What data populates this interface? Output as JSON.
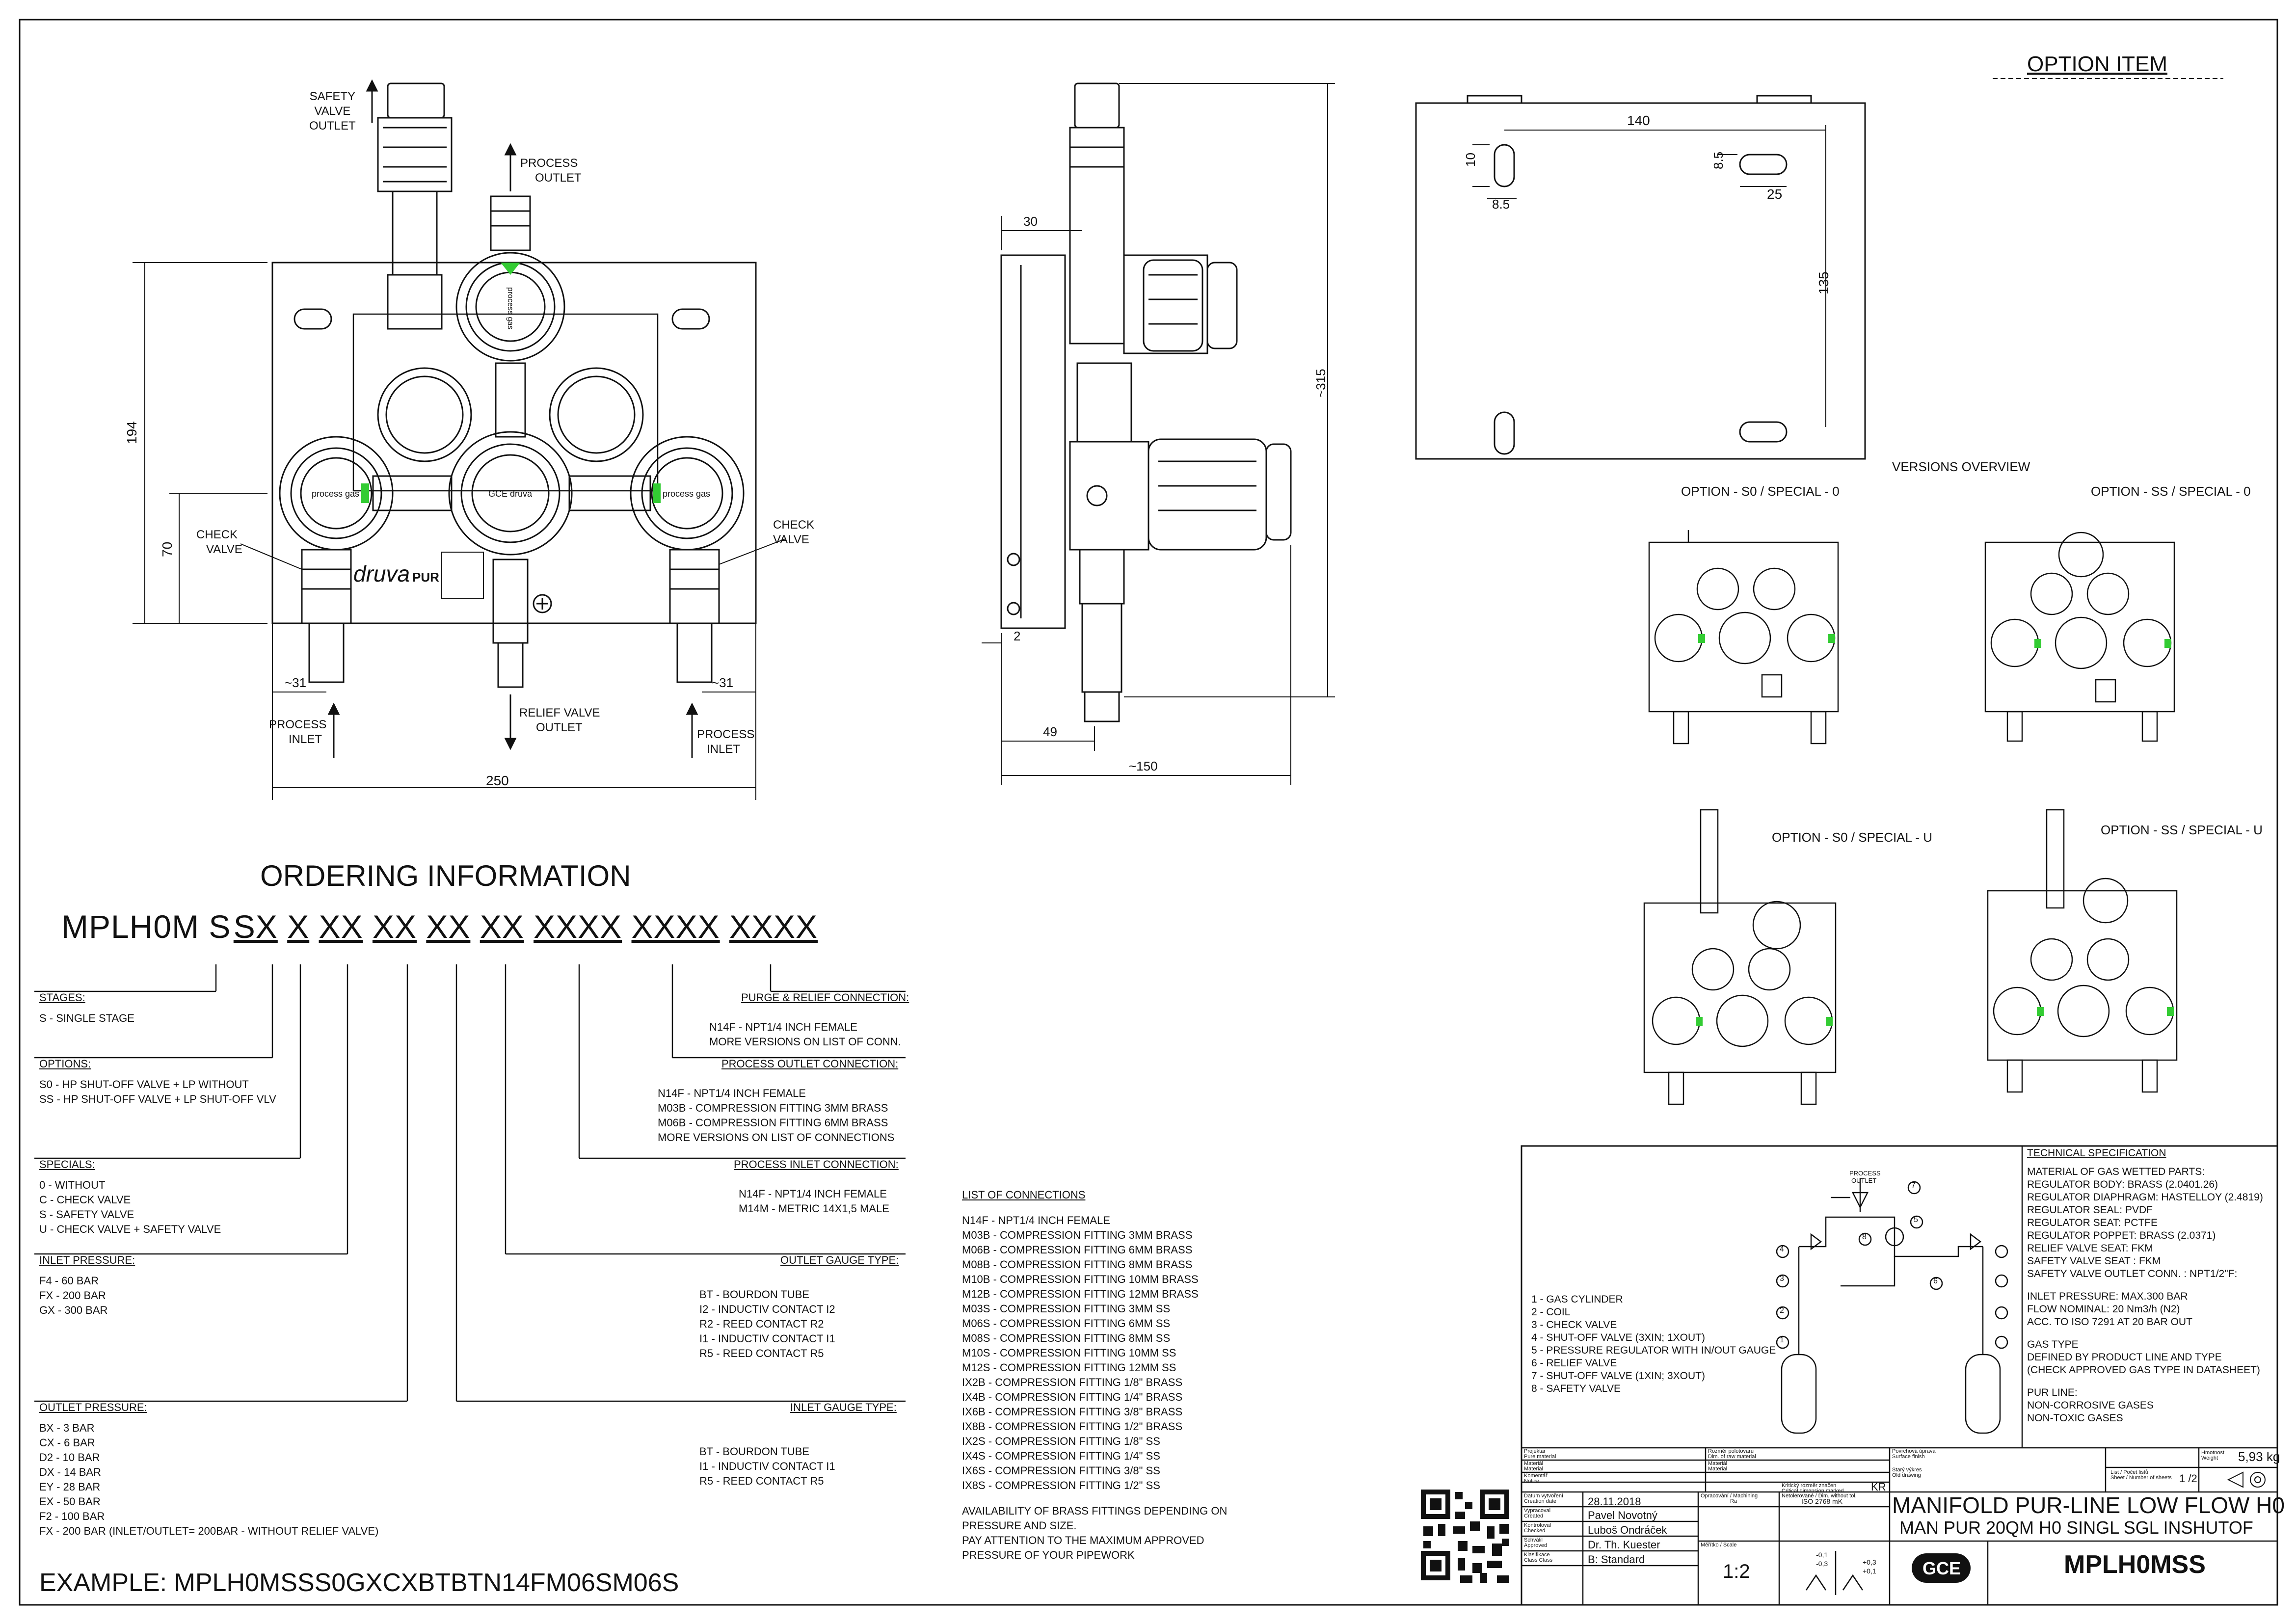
{
  "front_view": {
    "labels": {
      "safety_valve_outlet": [
        "SAFETY",
        "VALVE",
        "OUTLET"
      ],
      "process_outlet": [
        "PROCESS",
        "OUTLET"
      ],
      "check_valve_left": [
        "CHECK",
        "VALVE"
      ],
      "check_valve_right": [
        "CHECK",
        "VALVE"
      ],
      "process_inlet_left": [
        "PROCESS",
        "INLET"
      ],
      "process_inlet_right": [
        "PROCESS",
        "INLET"
      ],
      "relief_valve_outlet": [
        "RELIEF VALVE",
        "OUTLET"
      ],
      "brand": "druva",
      "brand_suffix": "PUR",
      "gauge_label_left": "process gas",
      "gauge_label_center": "GCE druva",
      "gauge_label_right": "process gas"
    },
    "dims": {
      "width": "250",
      "height": "194",
      "h70": "70",
      "left31": "~31",
      "right31": "~31"
    }
  },
  "side_view": {
    "dims": {
      "top": "30",
      "height": "~315",
      "d49": "49",
      "d150": "~150",
      "d2": "2"
    }
  },
  "option_item": {
    "title": "OPTION ITEM",
    "dims": {
      "d140": "140",
      "d10": "10",
      "d85a": "8.5",
      "d85b": "8.5",
      "d25": "25",
      "d135": "135"
    }
  },
  "versions": {
    "title": "VERSIONS OVERVIEW",
    "items": [
      "OPTION - S0 / SPECIAL - 0",
      "OPTION - SS / SPECIAL - 0",
      "OPTION - S0 / SPECIAL - U",
      "OPTION - SS / SPECIAL - U"
    ]
  },
  "ordering": {
    "title": "ORDERING INFORMATION",
    "code_parts": [
      "MPLH0M",
      "S",
      "SX",
      "X",
      "XX",
      "XX",
      "XX",
      "XX",
      "XXXX",
      "XXXX",
      "XXXX"
    ],
    "stages": {
      "header": "STAGES:",
      "lines": [
        "S - SINGLE STAGE"
      ]
    },
    "options": {
      "header": "OPTIONS:",
      "lines": [
        "S0 - HP SHUT-OFF VALVE + LP WITHOUT",
        "SS - HP SHUT-OFF VALVE + LP SHUT-OFF VLV"
      ]
    },
    "specials": {
      "header": "SPECIALS:",
      "lines": [
        "0 - WITHOUT",
        "C - CHECK VALVE",
        "S - SAFETY VALVE",
        "U - CHECK VALVE + SAFETY VALVE"
      ]
    },
    "inlet_pressure": {
      "header": "INLET PRESSURE:",
      "lines": [
        "F4 - 60 BAR",
        "FX - 200 BAR",
        "GX - 300 BAR"
      ]
    },
    "outlet_pressure": {
      "header": "OUTLET PRESSURE:",
      "lines": [
        "BX - 3 BAR",
        "CX - 6 BAR",
        "D2 - 10 BAR",
        "DX - 14 BAR",
        "EY - 28 BAR",
        "EX - 50 BAR",
        "F2 - 100 BAR",
        "FX - 200 BAR (INLET/OUTLET= 200BAR - WITHOUT RELIEF VALVE)"
      ]
    },
    "purge_relief": {
      "header": "PURGE & RELIEF CONNECTION:",
      "lines": [
        "N14F - NPT1/4 INCH FEMALE",
        "MORE VERSIONS ON LIST OF CONN."
      ]
    },
    "process_outlet_conn": {
      "header": "PROCESS OUTLET CONNECTION:",
      "lines": [
        "N14F - NPT1/4 INCH FEMALE",
        "M03B - COMPRESSION FITTING 3MM BRASS",
        "M06B - COMPRESSION FITTING 6MM BRASS",
        "MORE VERSIONS ON LIST OF CONNECTIONS"
      ]
    },
    "process_inlet_conn": {
      "header": "PROCESS INLET CONNECTION:",
      "lines": [
        "N14F - NPT1/4 INCH FEMALE",
        "M14M - METRIC 14X1,5 MALE"
      ]
    },
    "outlet_gauge": {
      "header": "OUTLET GAUGE TYPE:",
      "lines": [
        "BT - BOURDON TUBE",
        "I2 - INDUCTIV CONTACT I2",
        "R2 - REED CONTACT R2",
        "I1 - INDUCTIV CONTACT I1",
        "R5 - REED CONTACT R5"
      ]
    },
    "inlet_gauge": {
      "header": "INLET GAUGE TYPE:",
      "lines": [
        "BT - BOURDON TUBE",
        "I1 - INDUCTIV CONTACT I1",
        "R5 - REED CONTACT R5"
      ]
    },
    "example": "EXAMPLE: MPLH0MSSS0GXCXBTBTN14FM06SM06S"
  },
  "connections": {
    "header": "LIST OF CONNECTIONS",
    "lines": [
      "N14F - NPT1/4 INCH FEMALE",
      "M03B - COMPRESSION FITTING 3MM BRASS",
      "M06B - COMPRESSION FITTING 6MM BRASS",
      "M08B - COMPRESSION FITTING 8MM BRASS",
      "M10B - COMPRESSION FITTING 10MM BRASS",
      "M12B - COMPRESSION FITTING 12MM BRASS",
      "M03S - COMPRESSION FITTING 3MM SS",
      "M06S - COMPRESSION FITTING 6MM SS",
      "M08S - COMPRESSION FITTING 8MM SS",
      "M10S - COMPRESSION FITTING 10MM SS",
      "M12S - COMPRESSION FITTING 12MM SS",
      "IX2B - COMPRESSION FITTING 1/8\" BRASS",
      "IX4B - COMPRESSION FITTING 1/4\" BRASS",
      "IX6B - COMPRESSION FITTING 3/8\" BRASS",
      "IX8B - COMPRESSION FITTING 1/2\" BRASS",
      "IX2S - COMPRESSION FITTING 1/8\" SS",
      "IX4S - COMPRESSION FITTING 1/4\" SS",
      "IX6S - COMPRESSION FITTING 3/8\" SS",
      "IX8S - COMPRESSION FITTING 1/2\" SS"
    ],
    "notes": [
      "AVAILABILITY OF BRASS FITTINGS DEPENDING ON",
      "PRESSURE AND SIZE.",
      "PAY ATTENTION TO THE MAXIMUM APPROVED",
      "PRESSURE OF YOUR PIPEWORK"
    ]
  },
  "schematic": {
    "legend": [
      "1 - GAS CYLINDER",
      "2 - COIL",
      "3 - CHECK VALVE",
      "4 - SHUT-OFF VALVE (3XIN; 1XOUT)",
      "5 - PRESSURE REGULATOR WITH IN/OUT GAUGE",
      "6 - RELIEF VALVE",
      "7 - SHUT-OFF VALVE (1XIN; 3XOUT)",
      "8 - SAFETY VALVE"
    ],
    "process_outlet_label": [
      "PROCESS",
      "OUTLET"
    ],
    "numbers": [
      "1",
      "2",
      "3",
      "4",
      "5",
      "6",
      "7",
      "8"
    ]
  },
  "tech_spec": {
    "header": "TECHNICAL SPECIFICATION",
    "lines": [
      "MATERIAL OF GAS WETTED PARTS:",
      "REGULATOR BODY: BRASS (2.0401.26)",
      "REGULATOR DIAPHRAGM: HASTELLOY (2.4819)",
      "REGULATOR SEAL: PVDF",
      "REGULATOR SEAT: PCTFE",
      "REGULATOR POPPET: BRASS (2.0371)",
      "RELIEF VALVE SEAT: FKM",
      "SAFETY VALVE SEAT : FKM",
      "SAFETY VALVE  OUTLET CONN. : NPT1/2\"F:",
      "",
      "INLET PRESSURE: MAX.300 BAR",
      "FLOW NOMINAL: 20 Nm3/h (N2)",
      "ACC. TO ISO 7291 AT 20 BAR OUT",
      "",
      "GAS TYPE",
      "DEFINED BY PRODUCT LINE AND TYPE",
      "(CHECK APPROVED GAS TYPE IN DATASHEET)",
      "",
      "PUR LINE:",
      "NON-CORROSIVE GASES",
      "NON-TOXIC GASES"
    ]
  },
  "title_block": {
    "f_project": [
      "Projektar",
      "Pure material"
    ],
    "f_surface": [
      "Rozměr polotovaru",
      "Dim. of raw material"
    ],
    "f_material": [
      "Materiál",
      "Material"
    ],
    "f_material2": [
      "Materiál",
      "Material"
    ],
    "f_comment": [
      "Komentář",
      "Notice"
    ],
    "f_created": [
      "Datum vytvoření",
      "Creation date"
    ],
    "created_date": "28.11.2018",
    "f_drawn": [
      "Vypracoval",
      "Created"
    ],
    "drawn_by": "Pavel Novotný",
    "f_checked": [
      "Kontroloval",
      "Checked"
    ],
    "checked_by": "Luboš Ondráček",
    "f_approved": [
      "Schválil",
      "Approved"
    ],
    "approved_by": "Dr. Th. Kuester",
    "f_standard": [
      "Klasifikace",
      "Class Class"
    ],
    "standard": "B: Standard",
    "f_treatment": [
      "Opracování / Machining",
      "Ra"
    ],
    "f_scale": [
      "Měřítko / Scale"
    ],
    "scale": "1:2",
    "f_tolerance": [
      "Netolerované / Dim. without tol.",
      "ISO 2768 mK"
    ],
    "f_critical": [
      "Kritický rozměr značen",
      "Critical dimension marked"
    ],
    "kr": "KR",
    "tol_a": "-0,1",
    "tol_b": "-0,3",
    "tol_c": "+0,3",
    "tol_d": "+0,1",
    "f_surface_finish": [
      "Povrchová úprava",
      "Surface finish"
    ],
    "f_old": [
      "Starý výkres",
      "Old drawing"
    ],
    "f_sheet": [
      "List / Počet listů",
      "Sheet / Number of sheets"
    ],
    "sheet": "1 /2",
    "f_weight": [
      "Hmotnost",
      "Weight"
    ],
    "weight": "5,93 kg",
    "title1": "MANIFOLD PUR-LINE LOW FLOW H0",
    "title2": "MAN PUR 20QM H0 SINGL SGL INSHUTOF",
    "logo": "GCE",
    "part_no": "MPLH0MSS"
  },
  "colors": {
    "line": "#111111",
    "green": "#33cc33",
    "grey": "#888888"
  }
}
